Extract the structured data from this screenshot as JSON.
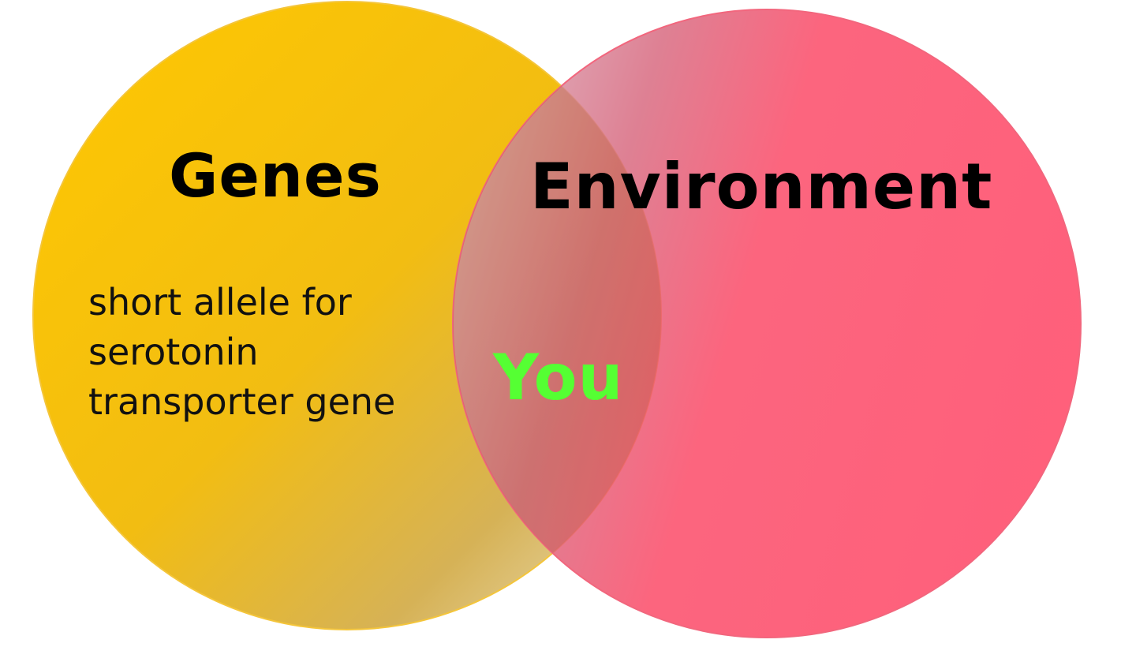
{
  "diagram": {
    "type": "venn",
    "sets": [
      {
        "id": "genes",
        "title": "Genes",
        "detail_lines": [
          "short allele for",
          "serotonin",
          "transporter gene"
        ],
        "color_main": "#ffc800",
        "color_fade": "#e1c98f"
      },
      {
        "id": "environment",
        "title": "Environment",
        "color_main": "#ff4a67",
        "color_fade": "#d29aa7"
      }
    ],
    "intersection": {
      "label": "You",
      "label_color": "#55ff33",
      "fill_color": "#b8695a"
    }
  }
}
